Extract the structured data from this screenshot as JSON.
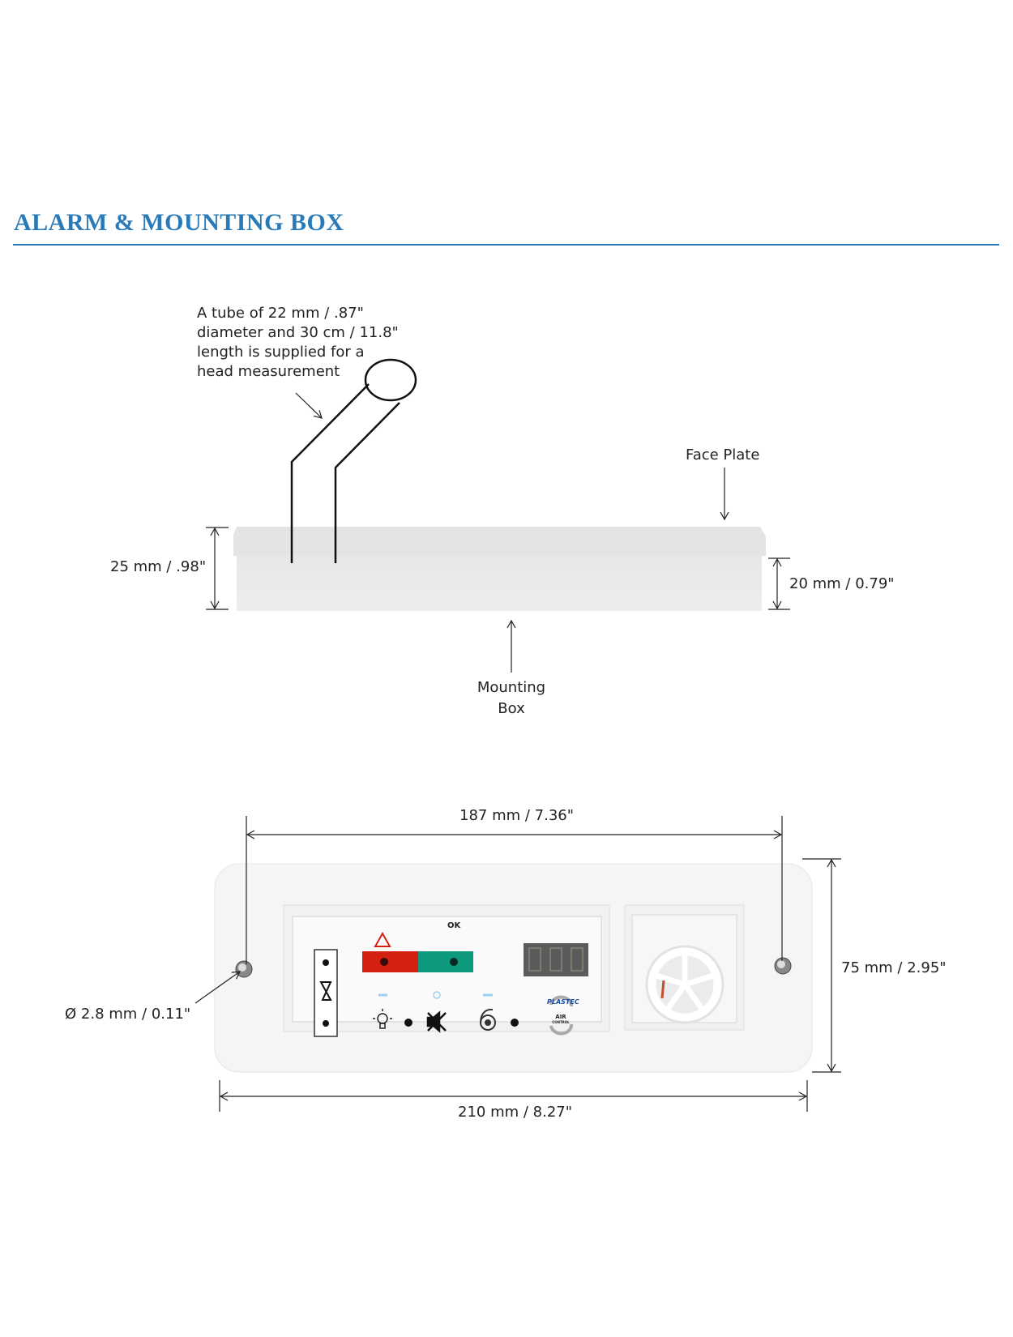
{
  "header": {
    "title": "ALARM & MOUNTING BOX"
  },
  "side_view": {
    "tube_note": [
      "A tube of 22 mm / .87\"",
      "diameter and 30 cm / 11.8\"",
      "length is supplied for a",
      "head measurement"
    ],
    "face_plate_label": "Face Plate",
    "mounting_box_label": [
      "Mounting",
      "Box"
    ],
    "height_total": "25 mm / .98\"",
    "height_box": "20 mm / 0.79\""
  },
  "front_view": {
    "width_holes": "187 mm / 7.36\"",
    "height": "75 mm / 2.95\"",
    "width_total": "210 mm / 8.27\"",
    "hole_diameter": "Ø 2.8 mm / 0.11\"",
    "panel": {
      "ok_label": "OK",
      "logo_text": "PLASTEC",
      "logo_sub": "AIR",
      "logo_sub2": "CONTROL"
    },
    "colors": {
      "alarm": "#d42010",
      "ok": "#0f9a7e",
      "accent": "#2a7ab8"
    }
  }
}
